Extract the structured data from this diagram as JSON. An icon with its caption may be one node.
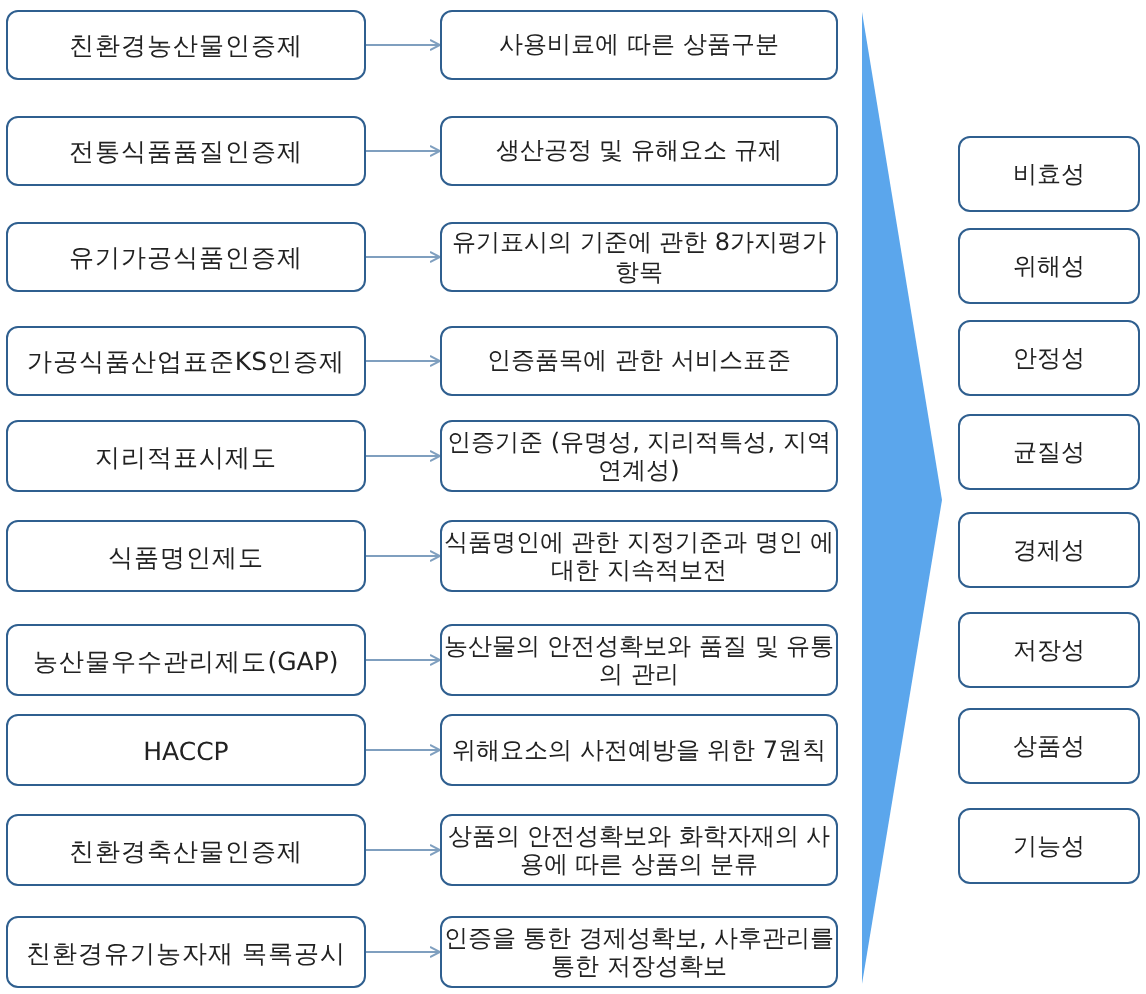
{
  "diagram": {
    "nodes": [
      {
        "text": [
          "친환경농산물인증제"
        ]
      },
      {
        "text": [
          "전통식품품질인증제"
        ]
      },
      {
        "text": [
          "유기가공식품인증제"
        ]
      },
      {
        "text": [
          "가공식품산업표준KS인증제"
        ]
      },
      {
        "text": [
          "지리적표시제도"
        ]
      },
      {
        "text": [
          "식품명인제도"
        ]
      },
      {
        "text": [
          "농산물우수관리제도(GAP)"
        ]
      },
      {
        "text": [
          "HACCP"
        ]
      },
      {
        "text": [
          "친환경축산물인증제"
        ]
      },
      {
        "text": [
          "친환경유기농자재 목록공시"
        ]
      },
      {
        "text": [
          "사용비료에 따른 상품구분"
        ]
      },
      {
        "text": [
          "생산공정 및 유해요소 규제"
        ]
      },
      {
        "text": [
          "유기표시의 기준에 관한 8가지평가항목"
        ]
      },
      {
        "text": [
          "인증품목에 관한 서비스표준"
        ]
      },
      {
        "text": [
          "인증기준 (유명성, 지리적특성, 지역연계성)"
        ]
      },
      {
        "text": [
          "식품명인에 관한 지정기준과 명인 에 대한 지속적보전"
        ]
      },
      {
        "text": [
          "농산물의 안전성확보와 품질 및 유통의 관리"
        ]
      },
      {
        "text": [
          "위해요소의 사전예방을 위한 7원칙"
        ]
      },
      {
        "text": [
          "상품의 안전성확보와 화학자재의 사용에 따른 상품의 분류"
        ]
      },
      {
        "text": [
          "인증을 통한 경제성확보, 사후관리를 통한 저장성확보"
        ]
      },
      {
        "text": [
          "비효성"
        ]
      },
      {
        "text": [
          "위해성"
        ]
      },
      {
        "text": [
          "안정성"
        ]
      },
      {
        "text": [
          "균질성"
        ]
      },
      {
        "text": [
          "경제성"
        ]
      },
      {
        "text": [
          "저장성"
        ]
      },
      {
        "text": [
          "상품성"
        ]
      },
      {
        "text": [
          "기능성"
        ]
      }
    ],
    "edges": [
      {
        "from": 0,
        "to": 10,
        "arrow": "to"
      },
      {
        "from": 1,
        "to": 11,
        "arrow": "to"
      },
      {
        "from": 2,
        "to": 12,
        "arrow": "to"
      },
      {
        "from": 3,
        "to": 13,
        "arrow": "to"
      },
      {
        "from": 4,
        "to": 14,
        "arrow": "to"
      },
      {
        "from": 5,
        "to": 15,
        "arrow": "to"
      },
      {
        "from": 6,
        "to": 16,
        "arrow": "to"
      },
      {
        "from": 7,
        "to": 17,
        "arrow": "to"
      },
      {
        "from": 8,
        "to": 18,
        "arrow": "to"
      },
      {
        "from": 9,
        "to": 19,
        "arrow": "to"
      }
    ]
  }
}
